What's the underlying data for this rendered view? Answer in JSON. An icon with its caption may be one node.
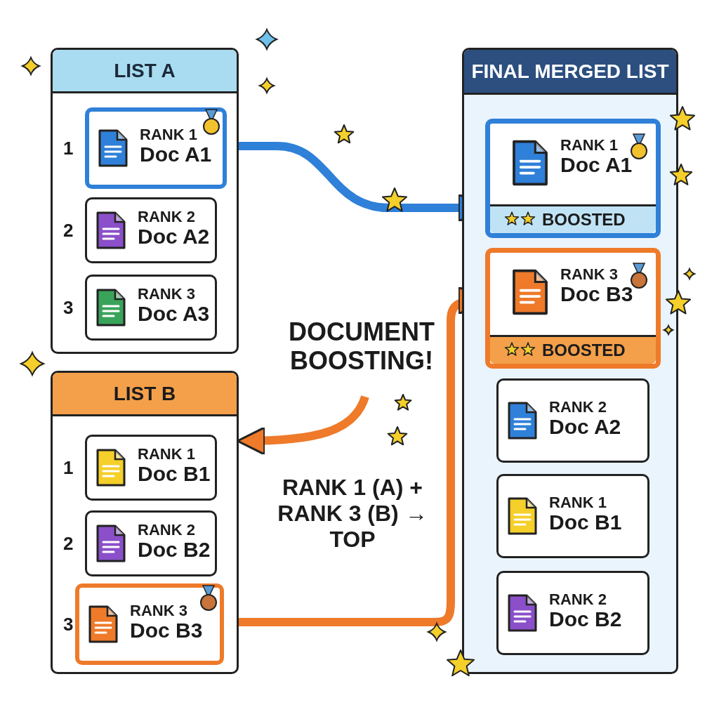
{
  "diagram": {
    "nodes": [
      {
        "text": [
          "LIST A"
        ]
      },
      {
        "text": [
          "RANK 1",
          "Doc A1"
        ],
        "beside": [
          "1"
        ],
        "in": 0
      },
      {
        "text": [
          "RANK 2",
          "Doc A2"
        ],
        "beside": [
          "2"
        ],
        "in": 0
      },
      {
        "text": [
          "RANK 3",
          "Doc A3"
        ],
        "beside": [
          "3"
        ],
        "in": 0
      },
      {
        "text": [
          "LIST B"
        ]
      },
      {
        "text": [
          "RANK 1",
          "Doc B1"
        ],
        "beside": [
          "1"
        ],
        "in": 4
      },
      {
        "text": [
          "RANK 2",
          "Doc B2"
        ],
        "beside": [
          "2"
        ],
        "in": 4
      },
      {
        "text": [
          "RANK 3",
          "Doc B3"
        ],
        "beside": [
          "3"
        ],
        "in": 4
      },
      {
        "text": [
          "FINAL MERGED LIST"
        ]
      },
      {
        "text": [
          "RANK 1",
          "Doc A1",
          "BOOSTED"
        ],
        "in": 8
      },
      {
        "text": [
          "RANK 3",
          "Doc B3",
          "BOOSTED"
        ],
        "in": 8
      },
      {
        "text": [
          "RANK 2",
          "Doc A2"
        ],
        "in": 8
      },
      {
        "text": [
          "RANK 1",
          "Doc B1"
        ],
        "in": 8
      },
      {
        "text": [
          "RANK 2",
          "Doc B2"
        ],
        "in": 8
      }
    ],
    "edges": [
      {
        "from": 1,
        "to": 9,
        "arrow": "to",
        "color": "#2f80d8"
      },
      {
        "from": 7,
        "to": 10,
        "arrow": "to",
        "color": "#ee7a2a"
      },
      {
        "from": null,
        "to": 4,
        "arrow": "to",
        "color": "#ee7a2a"
      }
    ],
    "labels": [
      "DOCUMENT BOOSTING!",
      "RANK 1 (A) + RANK 3 (B) → TOP"
    ]
  }
}
